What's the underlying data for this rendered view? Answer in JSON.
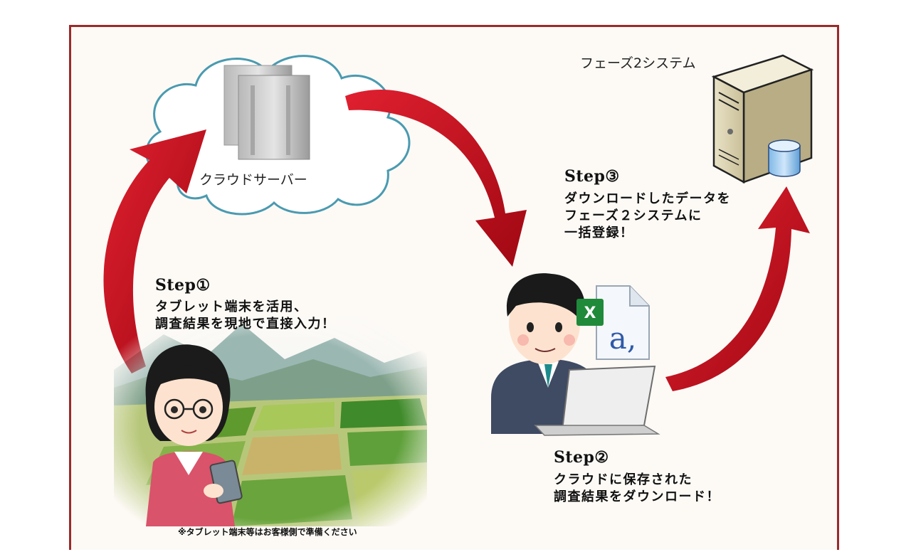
{
  "cloud": {
    "label": "クラウドサーバー"
  },
  "system": {
    "label": "フェーズ2システム"
  },
  "steps": [
    {
      "title": "Step①",
      "lines": [
        "タブレット端末を活用、",
        "調査結果を現地で直接入力！"
      ]
    },
    {
      "title": "Step②",
      "lines": [
        "クラウドに保存された",
        "調査結果をダウンロード！"
      ]
    },
    {
      "title": "Step③",
      "lines": [
        "ダウンロードしたデータを",
        "フェーズ２システムに",
        "一括登録！"
      ]
    }
  ],
  "note": "※タブレット端末等はお客様側で準備ください",
  "colors": {
    "border": "#9b2a2a",
    "arrow": "#c0111f",
    "cloud_stroke": "#4a9ab0"
  }
}
